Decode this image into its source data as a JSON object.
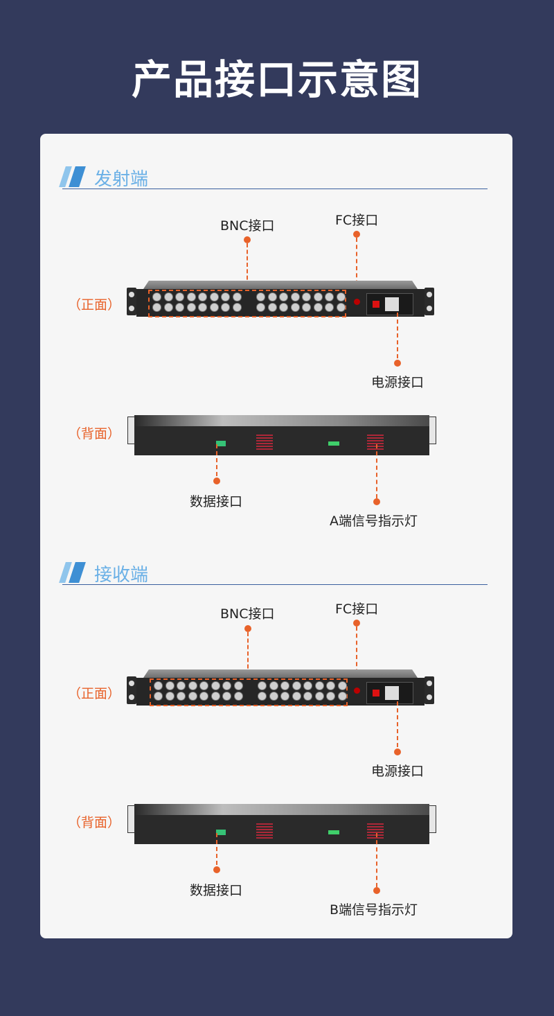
{
  "page_title": "产品接口示意图",
  "sections": [
    {
      "heading": "发射端",
      "front_side": "（正面）",
      "back_side": "（背面）",
      "labels": {
        "bnc": "BNC接口",
        "fc": "FC接口",
        "power": "电源接口",
        "data": "数据接口",
        "indicator": "A端信号指示灯"
      }
    },
    {
      "heading": "接收端",
      "front_side": "（正面）",
      "back_side": "（背面）",
      "labels": {
        "bnc": "BNC接口",
        "fc": "FC接口",
        "power": "电源接口",
        "data": "数据接口",
        "indicator": "B端信号指示灯"
      }
    }
  ],
  "colors": {
    "background": "#333a5c",
    "card": "#f6f6f6",
    "accent": "#e8622a",
    "heading": "#6ab0e6",
    "rule": "#3a5f9e"
  }
}
